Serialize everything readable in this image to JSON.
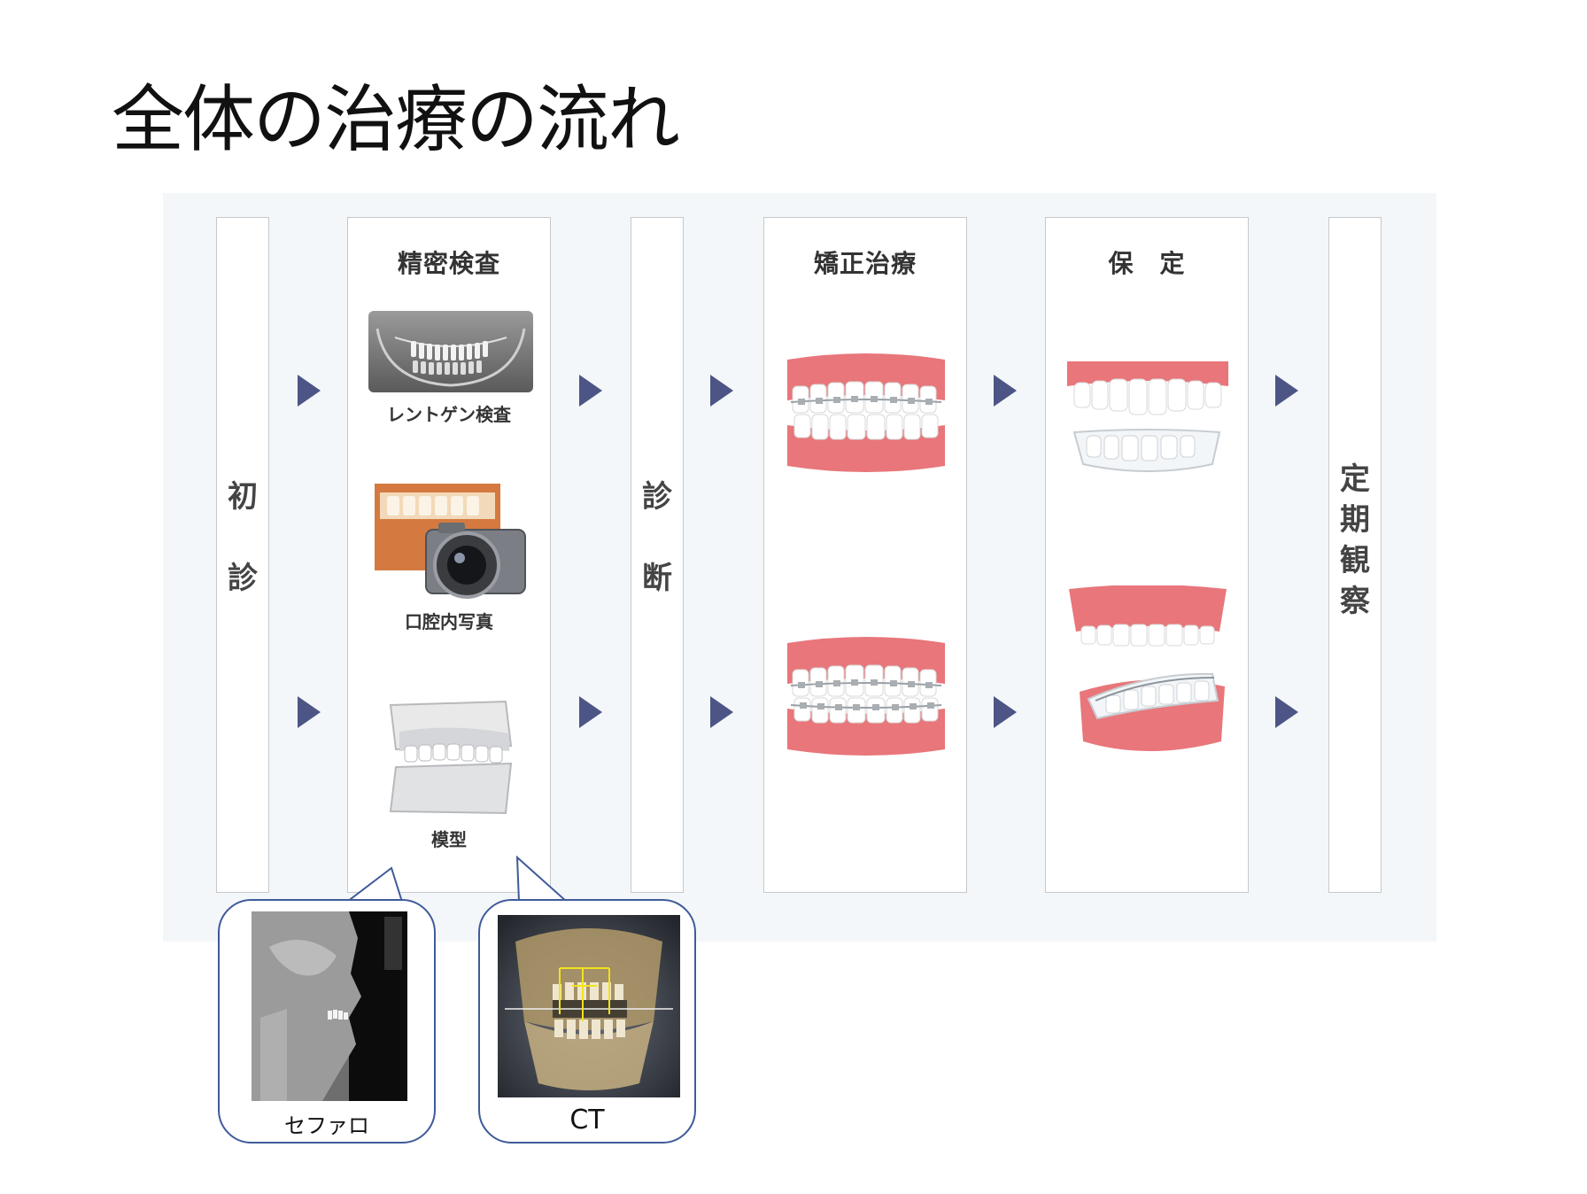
{
  "title": "全体の治療の流れ",
  "columns": {
    "initial": {
      "char1": "初",
      "char2": "診"
    },
    "exam": {
      "heading": "精密検査",
      "items": [
        {
          "label": "レントゲン検査",
          "icon": "panoramic-xray-icon"
        },
        {
          "label": "口腔内写真",
          "icon": "camera-icon"
        },
        {
          "label": "模型",
          "icon": "dental-model-icon"
        }
      ]
    },
    "diagnosis": {
      "char1": "診",
      "char2": "断"
    },
    "treatment": {
      "heading": "矯正治療"
    },
    "retention": {
      "heading": "保　定"
    },
    "followup": {
      "chars": [
        "定",
        "期",
        "観",
        "察"
      ]
    }
  },
  "bubbles": [
    {
      "label": "セファロ",
      "icon": "cephalometric-xray-icon"
    },
    {
      "label": "CT",
      "icon": "ct-scan-icon"
    }
  ],
  "colors": {
    "arrow": "#4c5585",
    "bubble_border": "#3f5b9a",
    "gum": "#e8767a",
    "panel_bg": "#f4f7f9"
  }
}
